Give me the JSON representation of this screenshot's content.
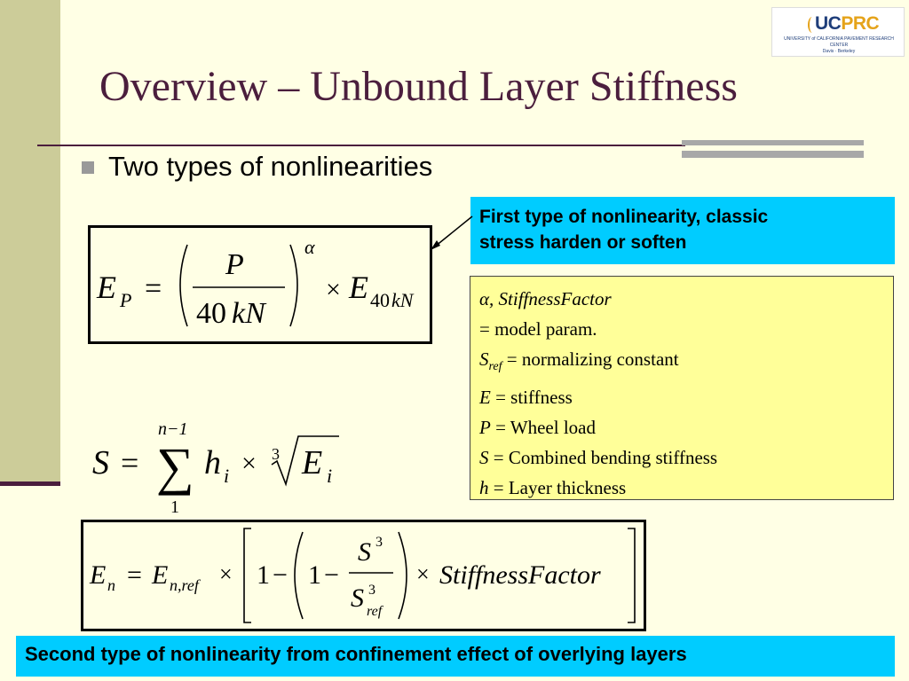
{
  "logo": {
    "uc": "UC",
    "prc": "PRC",
    "subtitle": "UNIVERSITY of CALIFORNIA PAVEMENT RESEARCH CENTER",
    "campuses": "Davis · Berkeley"
  },
  "slide": {
    "title": "Overview – Unbound Layer Stiffness",
    "bullet": "Two types of nonlinearities"
  },
  "callout": {
    "line1": "First type of nonlinearity, classic",
    "line2": "stress harden or soften"
  },
  "legend": {
    "row1_sym": "α, StiffnessFactor",
    "row2_def": "= model param.",
    "row3_sym": "S",
    "row3_sub": "ref",
    "row3_def": " = normalizing constant",
    "row4_sym": "E",
    "row4_def": " = stiffness",
    "row5_sym": "P",
    "row5_def": " = Wheel load",
    "row6_sym": "S",
    "row6_def": " = Combined bending stiffness",
    "row7_sym": "h",
    "row7_def": " = Layer thickness"
  },
  "equations": {
    "eq1": {
      "lhs": "E",
      "lhs_sub": "P",
      "eq": "=",
      "num": "P",
      "den_num": "40",
      "den_unit": "kN",
      "exp": "α",
      "times": "×",
      "rhs": "E",
      "rhs_sub_num": "40",
      "rhs_sub_unit": "kN"
    },
    "eq2": {
      "lhs": "S",
      "eq": "=",
      "upper": "n−1",
      "lower": "1",
      "h": "h",
      "h_sub": "i",
      "times": "×",
      "root_index": "3",
      "e": "E",
      "e_sub": "i"
    },
    "eq3": {
      "lhs": "E",
      "lhs_sub": "n",
      "eq": "=",
      "en": "E",
      "en_sub": "n,ref",
      "times": "×",
      "one_a": "1",
      "minus_a": "−",
      "one_b": "1",
      "minus_b": "−",
      "num": "S",
      "num_exp": "3",
      "den": "S",
      "den_exp": "3",
      "den_sub": "ref",
      "times2": "×",
      "factor": "StiffnessFactor"
    }
  },
  "banner": {
    "text": "Second type of nonlinearity from confinement effect of overlying layers"
  },
  "colors": {
    "background": "#FFFFE5",
    "sidebar": "#CCCC99",
    "title": "#4B1E3D",
    "callout": "#00CCFF",
    "legend": "#FFFF99"
  }
}
